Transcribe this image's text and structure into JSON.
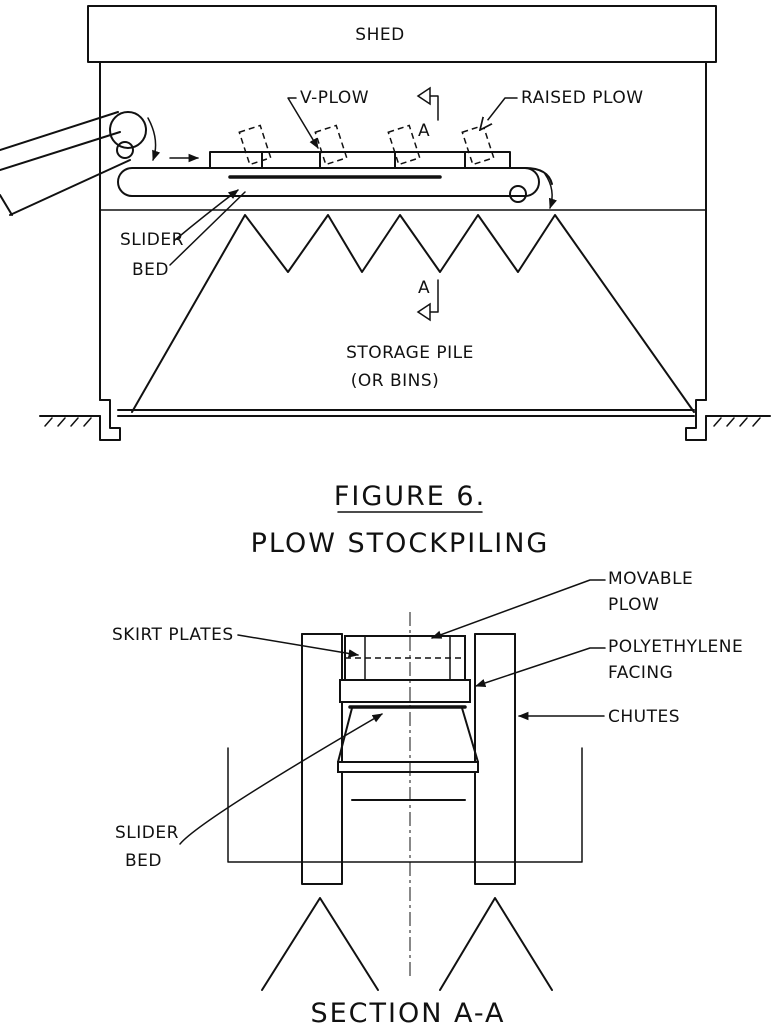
{
  "top_view": {
    "shed": "SHED",
    "v_plow": "V-PLOW",
    "raised_plow": "RAISED PLOW",
    "slider_bed": [
      "SLIDER",
      "BED"
    ],
    "storage_pile": [
      "STORAGE PILE",
      "(OR BINS)"
    ],
    "section_marker": "A"
  },
  "figure": {
    "number": "FIGURE 6.",
    "title": "PLOW STOCKPILING"
  },
  "section_view": {
    "movable_plow": [
      "MOVABLE",
      "PLOW"
    ],
    "skirt_plates": "SKIRT PLATES",
    "polyethylene_facing": [
      "POLYETHYLENE",
      "FACING"
    ],
    "chutes": "CHUTES",
    "slider_bed": [
      "SLIDER",
      "BED"
    ],
    "title": "SECTION A-A"
  }
}
